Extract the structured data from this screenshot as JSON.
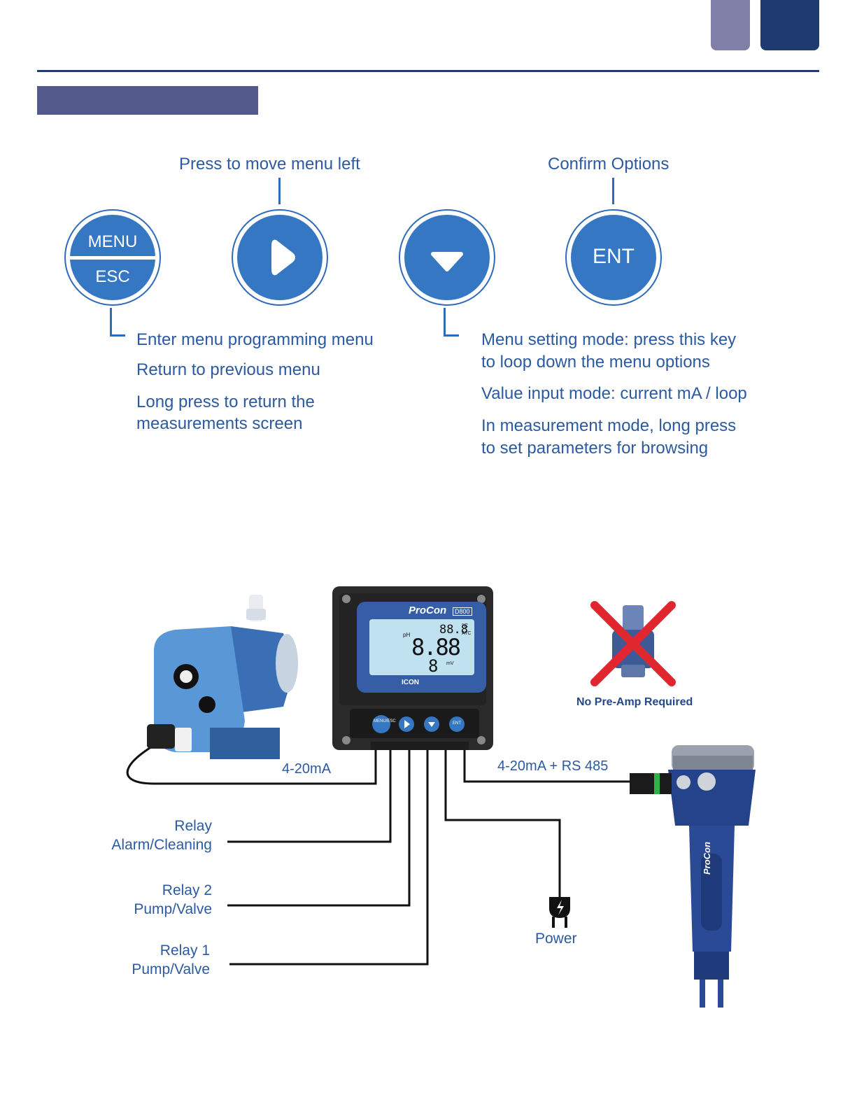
{
  "header": {
    "tab_colors": [
      "#7f7fa8",
      "#1f3a6e"
    ],
    "rule_color": "#1f3a6e",
    "banner_color": "#545a8b",
    "banner_text": ""
  },
  "keys": {
    "menu_esc": {
      "top_label": "MENU",
      "bottom_label": "ESC",
      "icon": "menu-esc"
    },
    "right": {
      "icon": "play-right-icon",
      "caption": "Press to move menu left"
    },
    "down": {
      "icon": "triangle-down-icon"
    },
    "ent": {
      "label": "ENT",
      "caption": "Confirm Options"
    },
    "accent_color": "#3577c2"
  },
  "menu_desc": {
    "line1": "Enter menu programming menu",
    "line2": "Return to previous menu",
    "line3a": "Long press to return the",
    "line3b": "measurements screen"
  },
  "down_desc": {
    "line1a": "Menu setting mode: press this key",
    "line1b": "to loop down the menu options",
    "line2": "Value input mode: current mA / loop",
    "line3a": "In measurement mode, long press",
    "line3b": "to set parameters for browsing"
  },
  "diagram": {
    "controller": {
      "brand": "ProCon",
      "model": "D800",
      "lcd_top": "88.8",
      "lcd_top_units": "°C",
      "lcd_atc": "ATC",
      "lcd_ph": "pH",
      "lcd_main": "8.88",
      "lcd_bottom": "8",
      "lcd_mv": "mV",
      "footer_brand": "ICON",
      "panel_keys": [
        "MENU/ESC",
        "▶",
        "▼",
        "ENT"
      ]
    },
    "pump_link_label": "4-20mA",
    "sensor_link_label": "4-20mA + RS 485",
    "no_preamp_label": "No Pre-Amp Required",
    "sensor_brand": "ProCon",
    "power_label": "Power",
    "relay_alarm": {
      "line1": "Relay",
      "line2": "Alarm/Cleaning"
    },
    "relay2": {
      "line1": "Relay 2",
      "line2": "Pump/Valve"
    },
    "relay1": {
      "line1": "Relay 1",
      "line2": "Pump/Valve"
    }
  }
}
